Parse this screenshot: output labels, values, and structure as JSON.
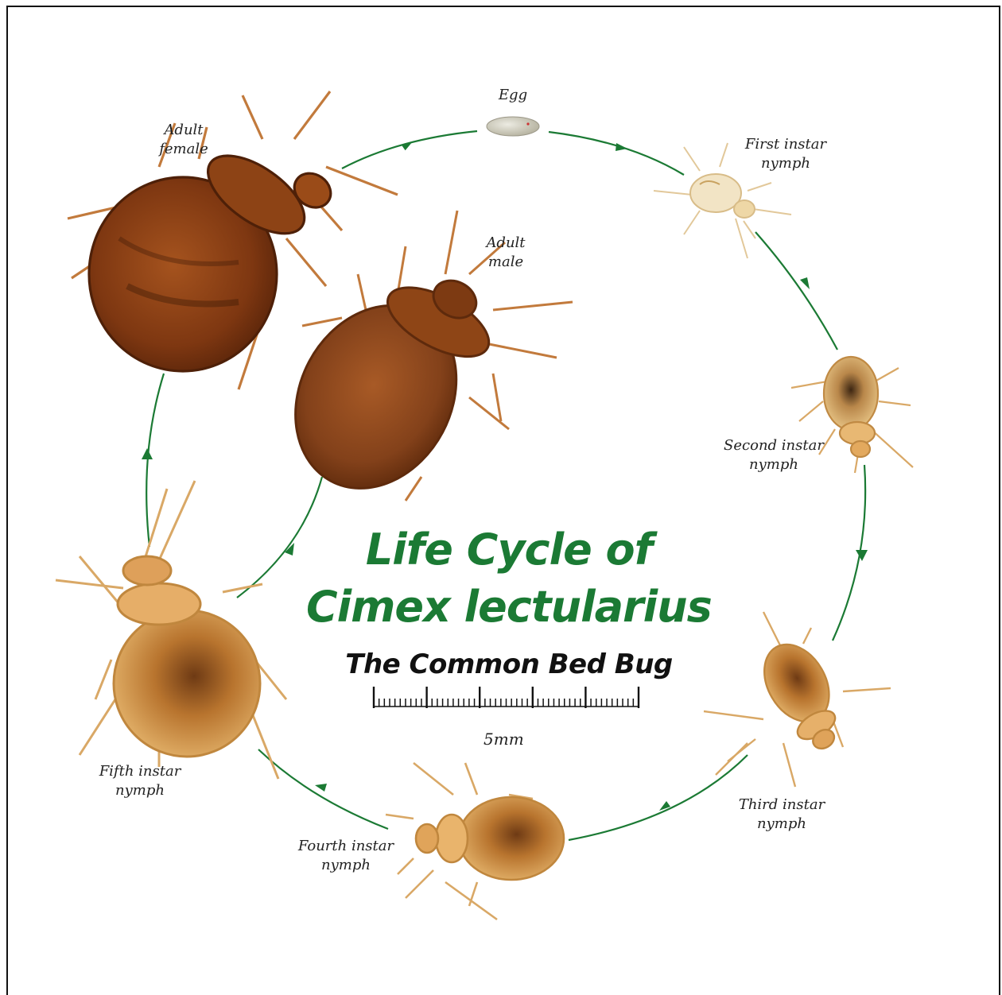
{
  "colors": {
    "cycle_arrow": "#1b7a34",
    "title": "#1b7a34",
    "subtitle": "#111111",
    "bug_adult": "#8a3e14",
    "bug_nymph_light": "#e8c07a",
    "bug_nymph_pale": "#f1e3c4",
    "egg": "#d8d4c4"
  },
  "title": {
    "line1": "Life Cycle of",
    "line2": "Cimex lectularius"
  },
  "subtitle": "The Common Bed Bug",
  "scale_bar": {
    "label": "5mm"
  },
  "stages": {
    "egg": "Egg",
    "first": [
      "First instar",
      "nymph"
    ],
    "second": [
      "Second instar",
      "nymph"
    ],
    "third": [
      "Third instar",
      "nymph"
    ],
    "fourth": [
      "Fourth instar",
      "nymph"
    ],
    "fifth": [
      "Fifth instar",
      "nymph"
    ],
    "adult_male": [
      "Adult",
      "male"
    ],
    "adult_female": [
      "Adult",
      "female"
    ]
  }
}
